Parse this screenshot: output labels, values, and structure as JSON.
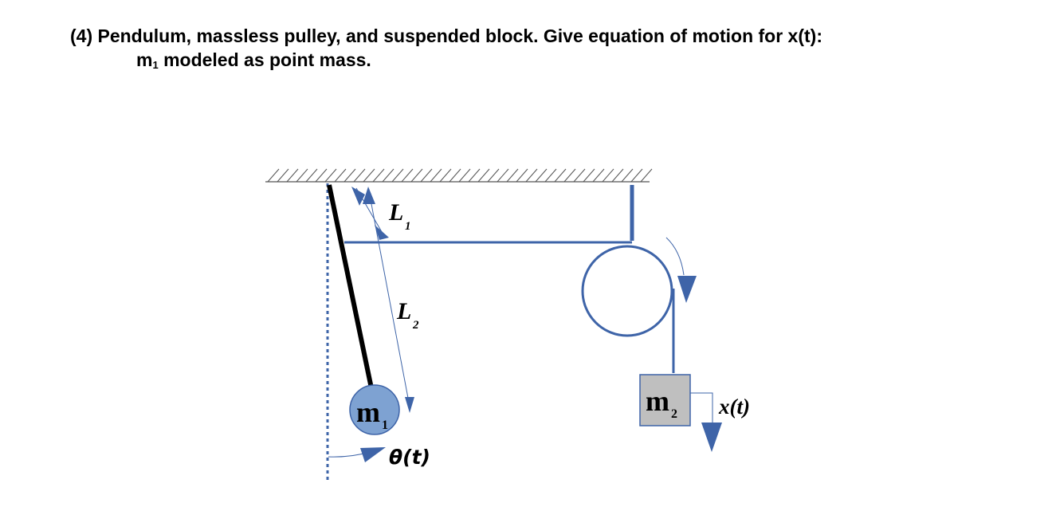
{
  "problem": {
    "line1": "(4) Pendulum, massless pulley, and suspended block. Give equation of motion for x(t):",
    "line2_prefix": "m",
    "line2_sub": "1",
    "line2_suffix": " modeled as point mass."
  },
  "labels": {
    "L1": {
      "base": "L",
      "sub": "1"
    },
    "L2": {
      "base": "L",
      "sub": "2"
    },
    "m1": {
      "base": "m",
      "sub": "1"
    },
    "m2": {
      "base": "m",
      "sub": "2"
    },
    "theta": "θ(t)",
    "x": "x(t)"
  },
  "colors": {
    "structure": "#3E64A8",
    "bob_fill": "#7EA2D2",
    "block_fill": "#BFBFBF",
    "rod": "#000000",
    "hatch": "#555555"
  }
}
